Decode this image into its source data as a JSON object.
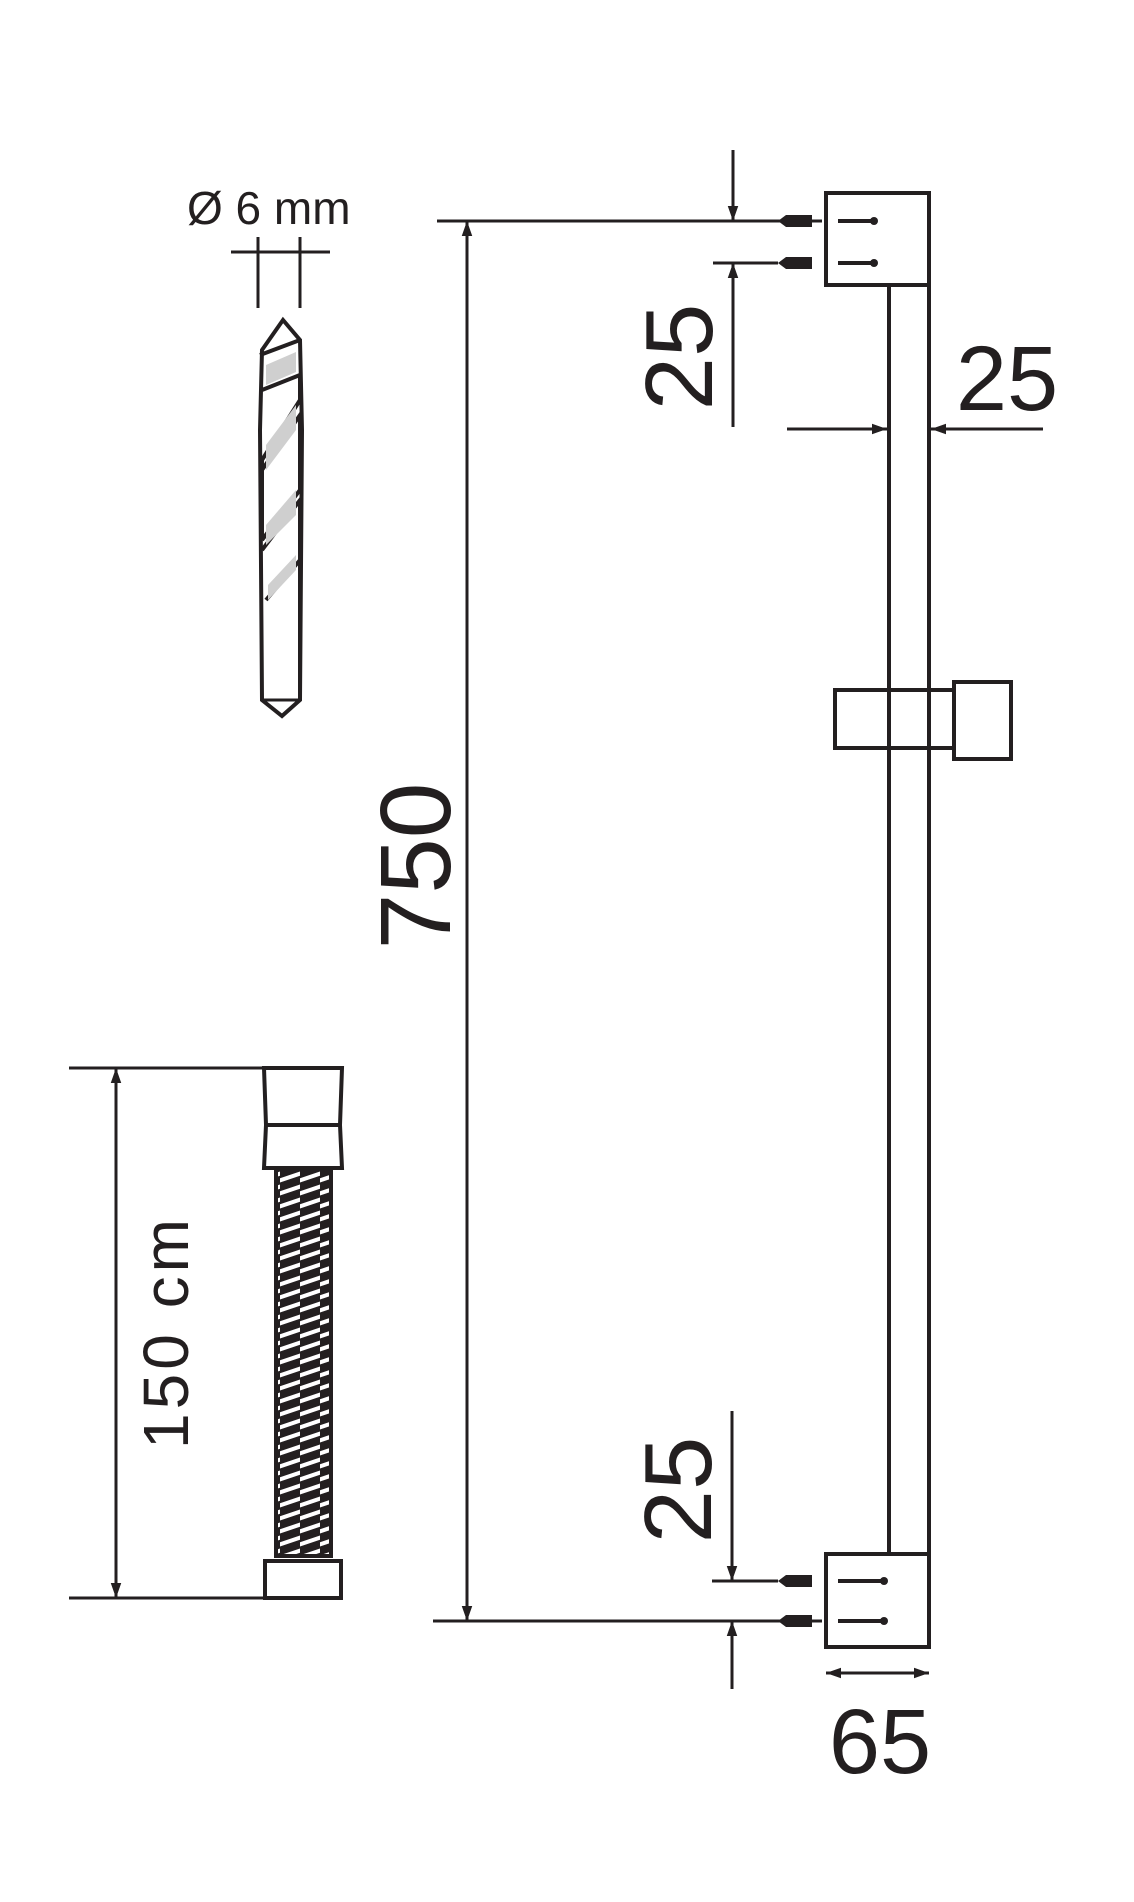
{
  "drill": {
    "diameter_label": "Ø 6 mm"
  },
  "rail": {
    "length_label": "750",
    "top_spacing_label": "25",
    "bottom_spacing_label": "25",
    "rail_width_label": "25",
    "bracket_depth_label": "65"
  },
  "hose": {
    "length_label": "150 cm"
  },
  "colors": {
    "line": "#231f20",
    "background": "#ffffff"
  }
}
